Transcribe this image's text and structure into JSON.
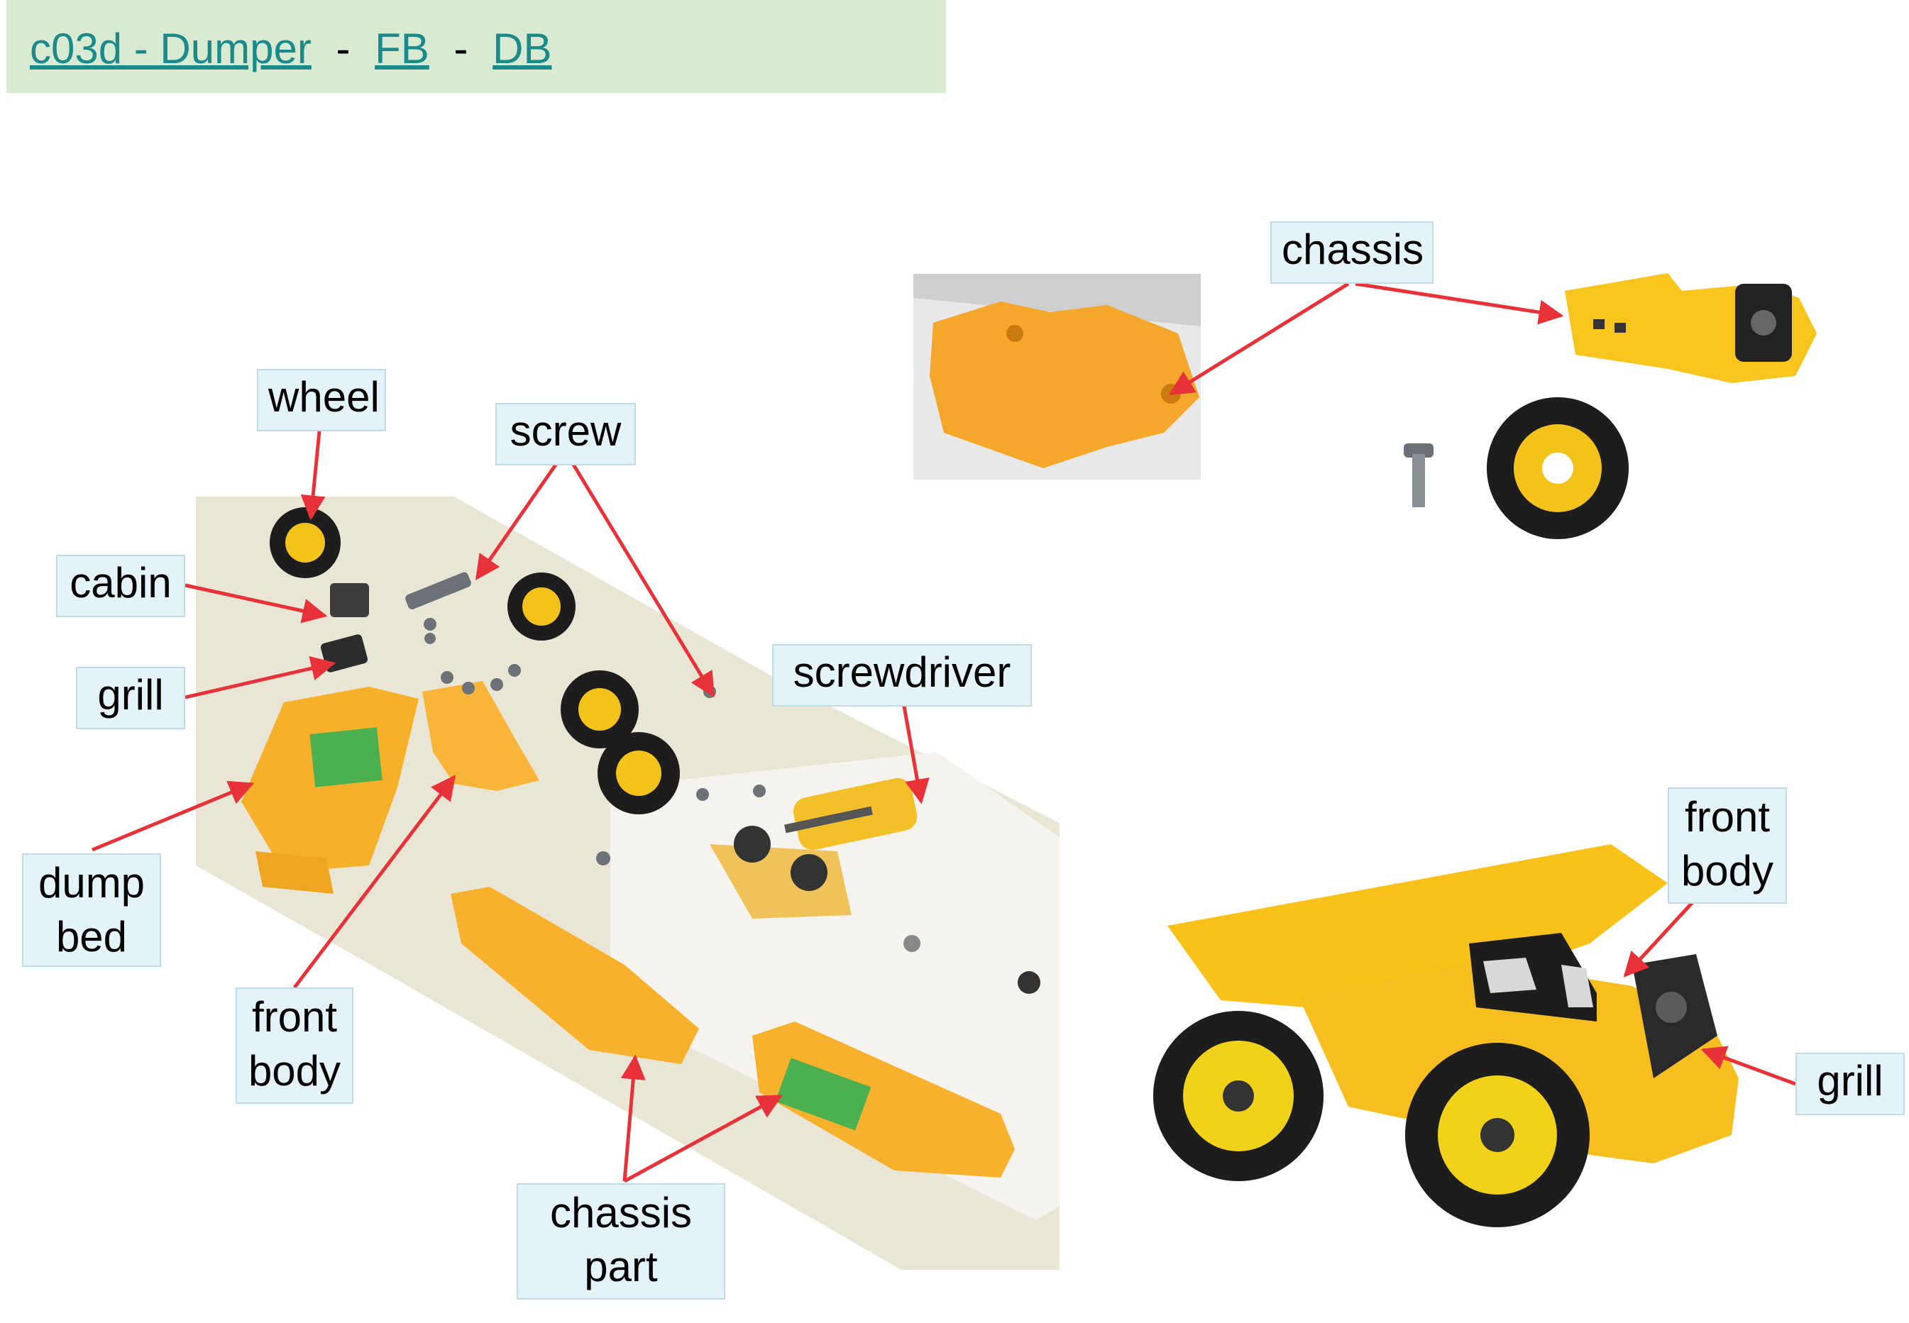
{
  "header": {
    "title_link": "c03d - Dumper",
    "sep1": "-",
    "fb_link": "FB",
    "sep2": "-",
    "db_link": "DB"
  },
  "labels": {
    "wheel": "wheel",
    "screw": "screw",
    "cabin": "cabin",
    "grill_left": "grill",
    "screwdriver": "screwdriver",
    "dump_bed_1": "dump",
    "dump_bed_2": "bed",
    "front_body_left_1": "front",
    "front_body_left_2": "body",
    "chassis_part_1": "chassis",
    "chassis_part_2": "part",
    "chassis_top": "chassis",
    "front_body_right_1": "front",
    "front_body_right_2": "body",
    "grill_right": "grill"
  },
  "colors": {
    "arrow": "#e8323a",
    "label_bg": "#e4f3f8",
    "header_bg": "#d9ead3",
    "toy_yellow": "#f7c51e",
    "toy_orange": "#f6ad1f",
    "tire_black": "#1d1d1d"
  }
}
